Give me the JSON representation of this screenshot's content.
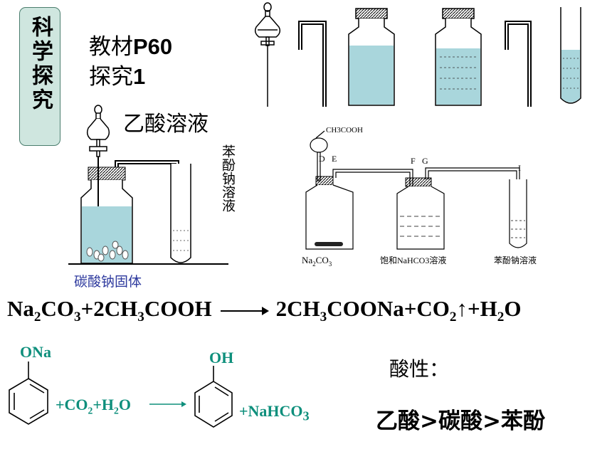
{
  "side_tag": "科学探究",
  "reference": {
    "line1_cn": "教材",
    "line1_page": "P60",
    "line2_cn": "探究",
    "line2_num": "1"
  },
  "left_figure": {
    "acid_label": "乙酸溶液",
    "phenolate_label": "苯酚钠溶液",
    "solid_label": "碳酸钠固体"
  },
  "right_figure": {
    "funnel_label": "CH3COOH",
    "letters": [
      "D",
      "E",
      "F",
      "G",
      "I"
    ],
    "flask1_label_a": "Na",
    "flask1_label_sub": "2",
    "flask1_label_b": "CO",
    "flask1_label_sub2": "3",
    "flask2_label": "饱和NaHCO3溶液",
    "tube_label": "苯酚钠溶液"
  },
  "equation1": {
    "left": [
      "Na",
      "2",
      "CO",
      "3",
      "+2CH",
      "3",
      "COOH"
    ],
    "right": [
      "2CH",
      "3",
      "COONa+CO",
      "2",
      "↑+H",
      "2",
      "O"
    ]
  },
  "equation2": {
    "reactant_group": "ONa",
    "product_group": "OH",
    "middle": [
      "+CO",
      "2",
      "+H",
      "2",
      "O"
    ],
    "product_extra": [
      "+NaHCO",
      "3"
    ]
  },
  "acidity": {
    "title": "酸性：",
    "order": "乙酸>碳酸>苯酚"
  },
  "colors": {
    "tag_bg": "#cfe6df",
    "liquid": "#a9d6dc",
    "teal_text": "#0e8f7c",
    "solid_label": "#2e3a9e"
  }
}
